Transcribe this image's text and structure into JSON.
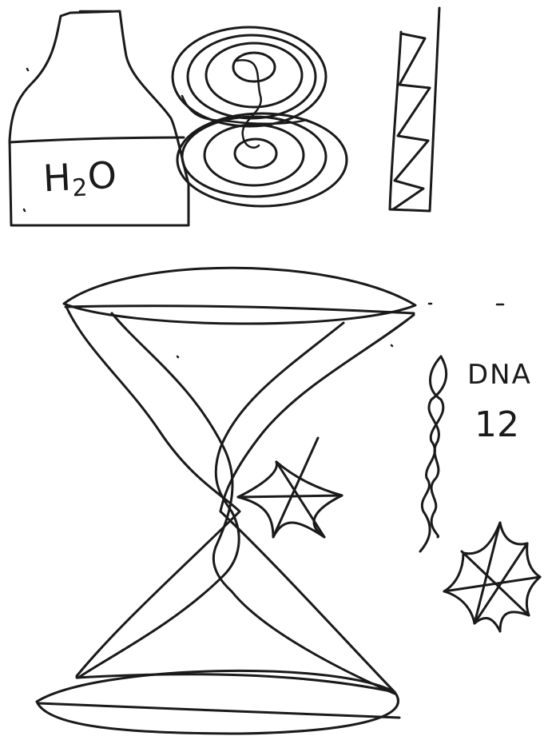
{
  "flask": {
    "label_main": "H",
    "label_sub": "2",
    "label_end": "O"
  },
  "dna": {
    "label": "DNA",
    "number": "12"
  },
  "colors": {
    "ink": "#1a1a1a",
    "paper": "#ffffff"
  }
}
